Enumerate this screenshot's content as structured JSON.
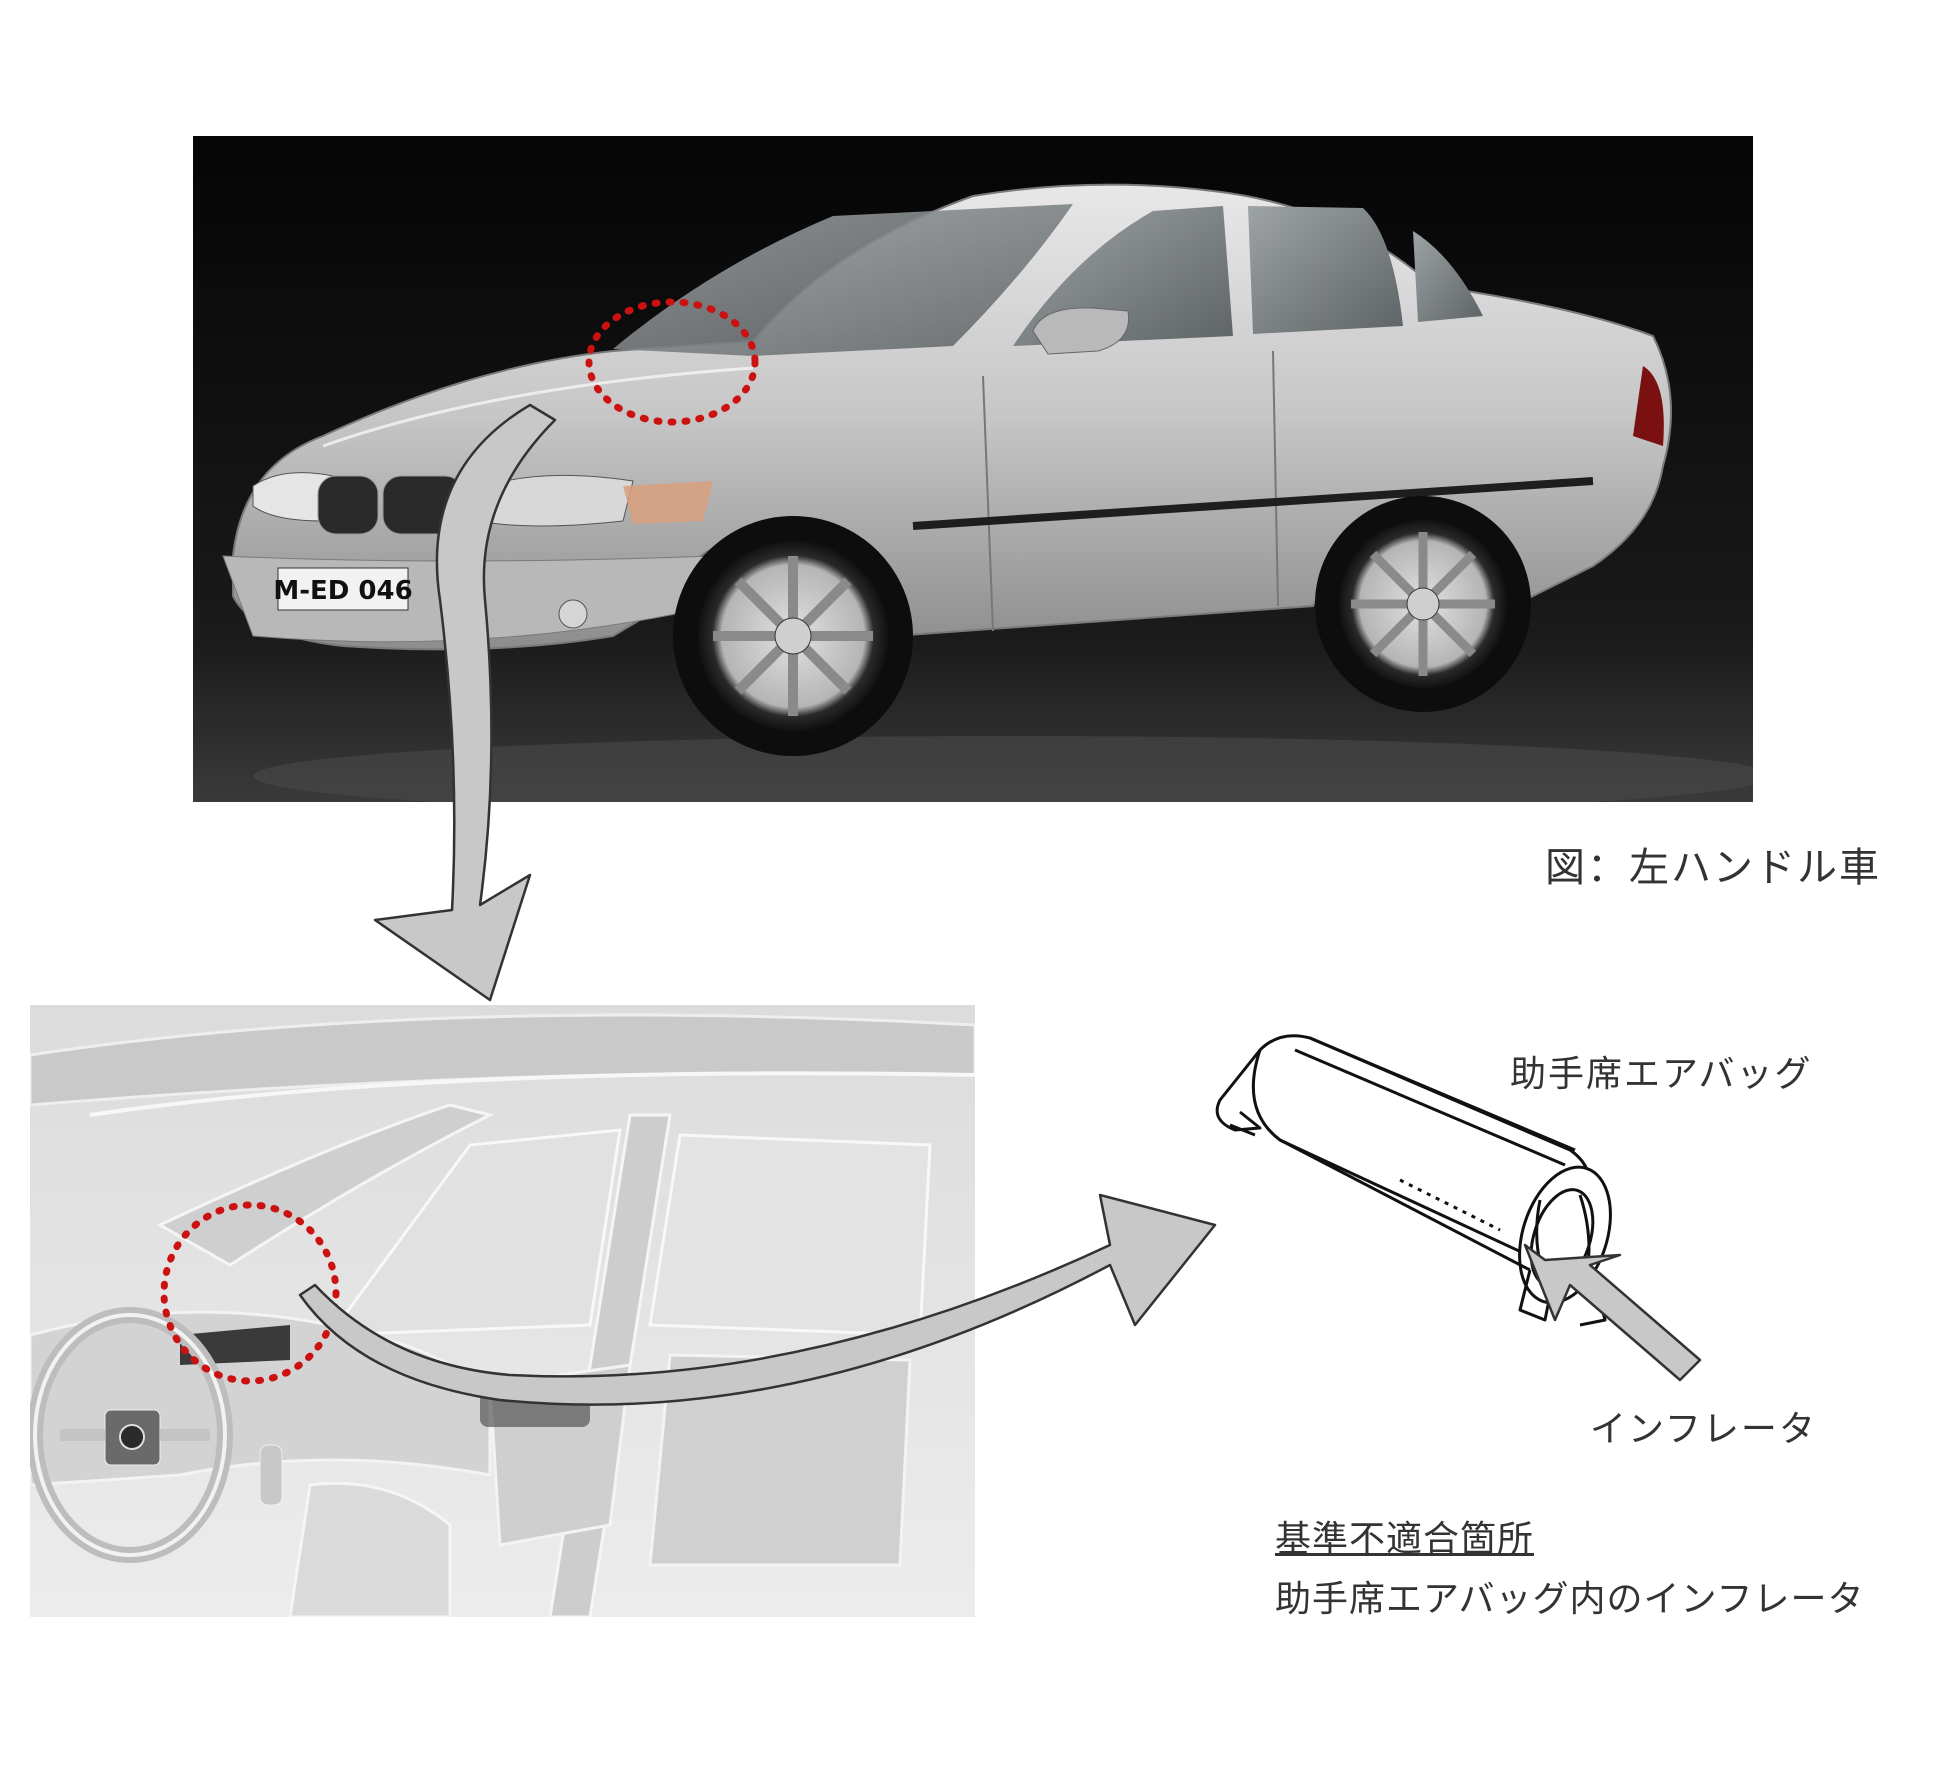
{
  "figure_caption": "図：左ハンドル車",
  "airbag_label": "助手席エアバッグ",
  "inflator_label": "インフレータ",
  "noncompliance": {
    "heading": "基準不適合箇所",
    "description": "助手席エアバッグ内のインフレータ"
  },
  "colors": {
    "highlight_circle": "#cc1111",
    "arrow_fill": "#c8c8c8",
    "arrow_stroke": "#333333",
    "car_body": "#c9c9c9",
    "photo_background": "#0d0d0d"
  },
  "plate_text": "M-ED 046"
}
